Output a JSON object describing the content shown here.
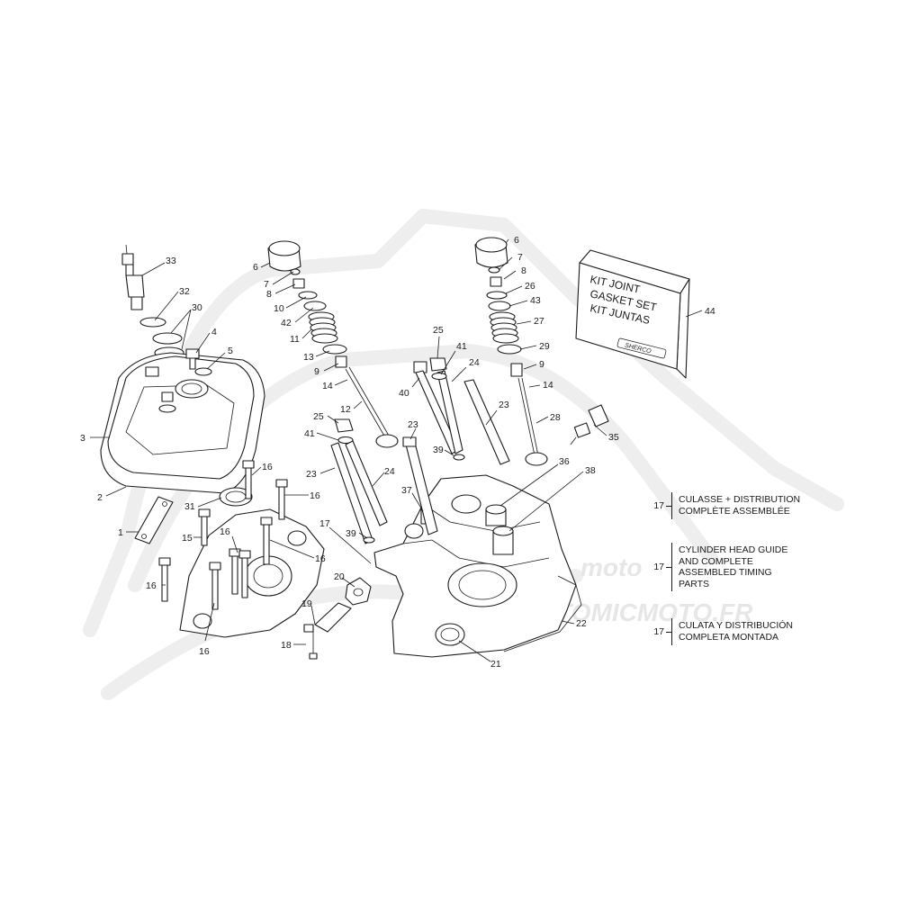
{
  "diagram": {
    "watermark": {
      "brand": "moto",
      "site": "ATOMICMOTO.FR"
    },
    "kit_box": {
      "line1": "KIT JOINT",
      "line2": "GASKET SET",
      "line3": "KIT JUNTAS",
      "logo": "SHERCO",
      "ref": "44"
    },
    "callouts": {
      "c1": "1",
      "c2": "2",
      "c3": "3",
      "c4": "4",
      "c5": "5",
      "c6a": "6",
      "c6b": "6",
      "c7a": "7",
      "c7b": "7",
      "c8a": "8",
      "c8b": "8",
      "c9a": "9",
      "c9b": "9",
      "c10": "10",
      "c11": "11",
      "c12": "12",
      "c13": "13",
      "c14a": "14",
      "c14b": "14",
      "c15": "15",
      "c16a": "16",
      "c16b": "16",
      "c16c": "16",
      "c16d": "16",
      "c16e": "16",
      "c16f": "16",
      "c17": "17",
      "c18": "18",
      "c19": "19",
      "c20": "20",
      "c21": "21",
      "c22": "22",
      "c23a": "23",
      "c23b": "23",
      "c23c": "23",
      "c24a": "24",
      "c24b": "24",
      "c25a": "25",
      "c25b": "25",
      "c26": "26",
      "c27": "27",
      "c28": "28",
      "c29": "29",
      "c30": "30",
      "c31": "31",
      "c32": "32",
      "c33": "33",
      "c35": "35",
      "c36": "36",
      "c37": "37",
      "c38": "38",
      "c39a": "39",
      "c39b": "39",
      "c40": "40",
      "c41a": "41",
      "c41b": "41",
      "c42": "42",
      "c43": "43"
    },
    "legend": [
      {
        "num": "17",
        "lines": [
          "CULASSE + DISTRIBUTION",
          "COMPLÈTE ASSEMBLÉE"
        ]
      },
      {
        "num": "17",
        "lines": [
          "CYLINDER HEAD GUIDE",
          "AND COMPLETE",
          "ASSEMBLED TIMING",
          "PARTS"
        ]
      },
      {
        "num": "17",
        "lines": [
          "CULATA Y DISTRIBUCIÓN",
          "COMPLETA MONTADA"
        ]
      }
    ]
  }
}
